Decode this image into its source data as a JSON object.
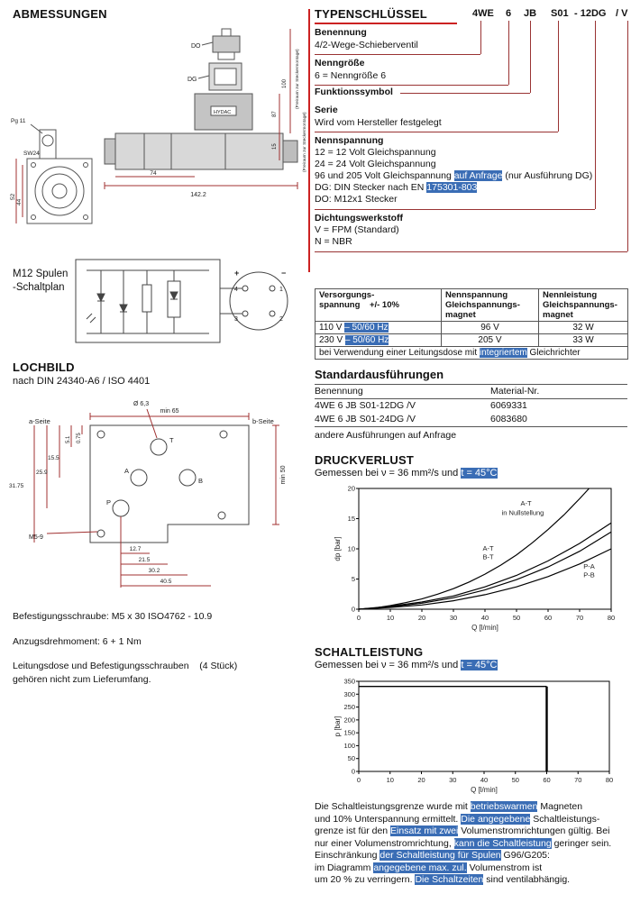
{
  "colors": {
    "accent_red": "#cc2222",
    "connector_red": "#993333",
    "dim_line_red": "#a03030",
    "highlight_bg": "#3a6db5",
    "highlight_fg": "#ffffff"
  },
  "left": {
    "abmessungen": {
      "title": "ABMESSUNGEN",
      "labels": {
        "pg11": "Pg 11",
        "sw24": "SW24",
        "do": "DO",
        "dg": "DG",
        "brand": "HYDAC",
        "d52": "52",
        "d44": "44",
        "d74": "74",
        "d142": "142.2",
        "d87": "87",
        "d100": "100",
        "d15": "15",
        "freiraum": "(Freiraum zur Steckermontage)"
      }
    },
    "schaltplan": {
      "line1": "M12 Spulen",
      "line2": "-Schaltplan",
      "pins": [
        "1",
        "2",
        "3",
        "4"
      ],
      "plus": "+",
      "minus": "−"
    },
    "lochbild": {
      "title": "LOCHBILD",
      "subtitle": "nach DIN 24340-A6 / ISO 4401",
      "labels": {
        "a_seite": "a-Seite",
        "b_seite": "b-Seite",
        "diameter": "Ø 6,3",
        "min65": "min 65",
        "min50": "min 50",
        "m59": "M5-9"
      },
      "ports": [
        "T",
        "A",
        "B",
        "P"
      ],
      "dims_vertical": [
        "31.75",
        "25.9",
        "15.5",
        "5.1",
        "0.75"
      ],
      "dims_horizontal": [
        "12.7",
        "21.5",
        "30.2",
        "40.5"
      ]
    },
    "notes": [
      "Befestigungsschraube: M5 x 30 ISO4762 - 10.9",
      "Anzugsdrehmoment: 6 + 1 Nm",
      "Leitungsdose und Befestigungsschrauben    (4 Stück)",
      "gehören nicht zum Lieferumfang."
    ]
  },
  "right": {
    "typenschluessel": {
      "title": "TYPENSCHLÜSSEL",
      "code_parts": [
        "4WE",
        "6",
        "JB",
        "S01",
        "- 12DG",
        "/ V"
      ],
      "sections": [
        {
          "label": "Benennung",
          "lines": [
            [
              {
                "t": "4/2-Wege-Schieberventil"
              }
            ]
          ]
        },
        {
          "label": "Nenngröße",
          "lines": [
            [
              {
                "t": "6 = Nenngröße 6"
              }
            ]
          ]
        },
        {
          "label": "Funktionssymbol",
          "lines": []
        },
        {
          "label": "Serie",
          "lines": [
            [
              {
                "t": "Wird vom Hersteller festgelegt"
              }
            ]
          ]
        },
        {
          "label": "Nennspannung",
          "lines": [
            [
              {
                "t": "12 = 12 Volt Gleichspannung"
              }
            ],
            [
              {
                "t": "24 = 24 Volt Gleichspannung"
              }
            ],
            [
              {
                "t": "96 und 205 Volt Gleichspannung "
              },
              {
                "t": "auf Anfrage",
                "h": true
              },
              {
                "t": " (nur Ausführung DG)"
              }
            ],
            [
              {
                "t": "DG: DIN Stecker nach EN "
              },
              {
                "t": "175301-803",
                "h": true
              }
            ],
            [
              {
                "t": "DO: M12x1 Stecker"
              }
            ]
          ]
        },
        {
          "label": "Dichtungswerkstoff",
          "lines": [
            [
              {
                "t": "V = FPM (Standard)"
              }
            ],
            [
              {
                "t": "N = NBR"
              }
            ]
          ]
        }
      ]
    },
    "supply_table": {
      "headers": [
        "Versorgungs-\nspannung    +/- 10%",
        "Nennspannung\nGleichspannungs-\nmagnet",
        "Nennleistung\nGleichspannungs-\nmagnet"
      ],
      "rows": [
        [
          [
            {
              "t": "110 V "
            },
            {
              "t": "– 50/60 Hz",
              "h": true
            }
          ],
          [
            {
              "t": "96 V"
            }
          ],
          [
            {
              "t": "32 W"
            }
          ]
        ],
        [
          [
            {
              "t": "230 V "
            },
            {
              "t": "– 50/60 Hz",
              "h": true
            }
          ],
          [
            {
              "t": "205 V"
            }
          ],
          [
            {
              "t": "33 W"
            }
          ]
        ]
      ],
      "footer_segs": [
        {
          "t": "bei Verwendung einer Leitungsdose mit "
        },
        {
          "t": "integriertem",
          "h": true
        },
        {
          "t": " Gleichrichter"
        }
      ]
    },
    "standard": {
      "title": "Standardausführungen",
      "col1": "Benennung",
      "col2": "Material-Nr.",
      "rows": [
        [
          "4WE 6 JB S01-12DG /V",
          "6069331"
        ],
        [
          "4WE 6 JB S01-24DG /V",
          "6083680"
        ]
      ],
      "note": "andere Ausführungen auf Anfrage"
    },
    "druckverlust": {
      "title": "DRUCKVERLUST",
      "subtitle_segs": [
        {
          "t": "Gemessen bei ν = 36 mm²/s und "
        },
        {
          "t": "t = 45°C",
          "h": true
        }
      ]
    },
    "schaltleistung": {
      "title": "SCHALTLEISTUNG",
      "subtitle_segs": [
        {
          "t": "Gemessen bei ν = 36 mm²/s und "
        },
        {
          "t": "t = 45°C",
          "h": true
        }
      ]
    },
    "footer_lines": [
      [
        {
          "t": "Die Schaltleistungsgrenze wurde mit "
        },
        {
          "t": "betriebswarmen",
          "h": true
        },
        {
          "t": " Magneten"
        }
      ],
      [
        {
          "t": "und 10% Unterspannung ermittelt. "
        },
        {
          "t": "Die angegebene",
          "h": true
        },
        {
          "t": " Schaltleistungs-"
        }
      ],
      [
        {
          "t": "grenze ist für den "
        },
        {
          "t": "Einsatz mit zwei",
          "h": true
        },
        {
          "t": " Volumenstromrichtungen gültig. Bei"
        }
      ],
      [
        {
          "t": "nur einer Volumenstromrichtung, "
        },
        {
          "t": "kann die Schaltleistung",
          "h": true
        },
        {
          "t": " geringer sein."
        }
      ],
      [
        {
          "t": "Einschränkung "
        },
        {
          "t": "der Schaltleistung für Spulen",
          "h": true
        },
        {
          "t": " G96/G205:"
        }
      ],
      [
        {
          "t": "im Diagramm "
        },
        {
          "t": "angegebene max. zul.",
          "h": true
        },
        {
          "t": " Volumenstrom ist"
        }
      ],
      [
        {
          "t": "um 20 % zu verringern. "
        },
        {
          "t": "Die Schaltzeiten",
          "h": true
        },
        {
          "t": " sind ventilabhängig."
        }
      ]
    ]
  },
  "chart_data": [
    {
      "id": "druckverlust",
      "type": "line",
      "title": "DRUCKVERLUST",
      "subtitle": "Gemessen bei ν = 36 mm²/s und t = 45°C",
      "xlabel": "Q [l/min]",
      "ylabel": "dp [bar]",
      "xlim": [
        0,
        80
      ],
      "ylim": [
        0,
        20
      ],
      "xticks": [
        0,
        10,
        20,
        30,
        40,
        50,
        60,
        70,
        80
      ],
      "yticks": [
        0,
        5,
        10,
        15,
        20
      ],
      "grid": false,
      "legend": "inline-annotations",
      "series": [
        {
          "name": "A-T in Nullstellung",
          "x": [
            0,
            5,
            10,
            15,
            20,
            25,
            30,
            35,
            40,
            45,
            50,
            55,
            60,
            65,
            70,
            73
          ],
          "y": [
            0,
            0.2,
            0.6,
            1.1,
            1.7,
            2.5,
            3.4,
            4.5,
            5.8,
            7.3,
            9.0,
            11.0,
            13.2,
            15.6,
            18.3,
            20
          ],
          "width": 1.2
        },
        {
          "name": "B-T",
          "x": [
            0,
            10,
            20,
            30,
            40,
            50,
            60,
            70,
            80
          ],
          "y": [
            0,
            0.5,
            1.2,
            2.2,
            3.7,
            5.6,
            8.0,
            10.9,
            14.3
          ],
          "width": 1.2
        },
        {
          "name": "A-T",
          "x": [
            0,
            10,
            20,
            30,
            40,
            50,
            60,
            70,
            80
          ],
          "y": [
            0,
            0.4,
            1.0,
            1.9,
            3.2,
            4.9,
            7.0,
            9.6,
            12.8
          ],
          "width": 1.2
        },
        {
          "name": "P-A / P-B",
          "x": [
            0,
            10,
            20,
            30,
            40,
            50,
            60,
            70,
            80
          ],
          "y": [
            0,
            0.3,
            0.7,
            1.4,
            2.4,
            3.7,
            5.4,
            7.5,
            10.0
          ],
          "width": 1.2
        }
      ],
      "annotations": [
        {
          "x": 53,
          "y": 17.2,
          "text": "A-T"
        },
        {
          "x": 52,
          "y": 15.6,
          "text": "in Nullstellung"
        },
        {
          "x": 41,
          "y": 9.7,
          "text": "A-T"
        },
        {
          "x": 41,
          "y": 8.3,
          "text": "B-T"
        },
        {
          "x": 73,
          "y": 6.7,
          "text": "P-A"
        },
        {
          "x": 73,
          "y": 5.3,
          "text": "P-B"
        }
      ]
    },
    {
      "id": "schaltleistung",
      "type": "line",
      "title": "SCHALTLEISTUNG",
      "subtitle": "Gemessen bei ν = 36 mm²/s und t = 45°C",
      "xlabel": "Q [l/min]",
      "ylabel": "p [bar]",
      "xlim": [
        0,
        80
      ],
      "ylim": [
        0,
        350
      ],
      "xticks": [
        0,
        10,
        20,
        30,
        40,
        50,
        60,
        70,
        80
      ],
      "yticks": [
        0,
        50,
        100,
        150,
        200,
        250,
        300,
        350
      ],
      "grid": false,
      "legend": "none",
      "series": [
        {
          "name": "Schaltleistungsgrenze",
          "x": [
            0,
            60
          ],
          "y": [
            330,
            330
          ],
          "width": 1.4
        },
        {
          "name": "max. zul. Volumenstrom",
          "x": [
            60,
            60
          ],
          "y": [
            330,
            0
          ],
          "width": 2.4
        }
      ],
      "annotations": []
    }
  ]
}
